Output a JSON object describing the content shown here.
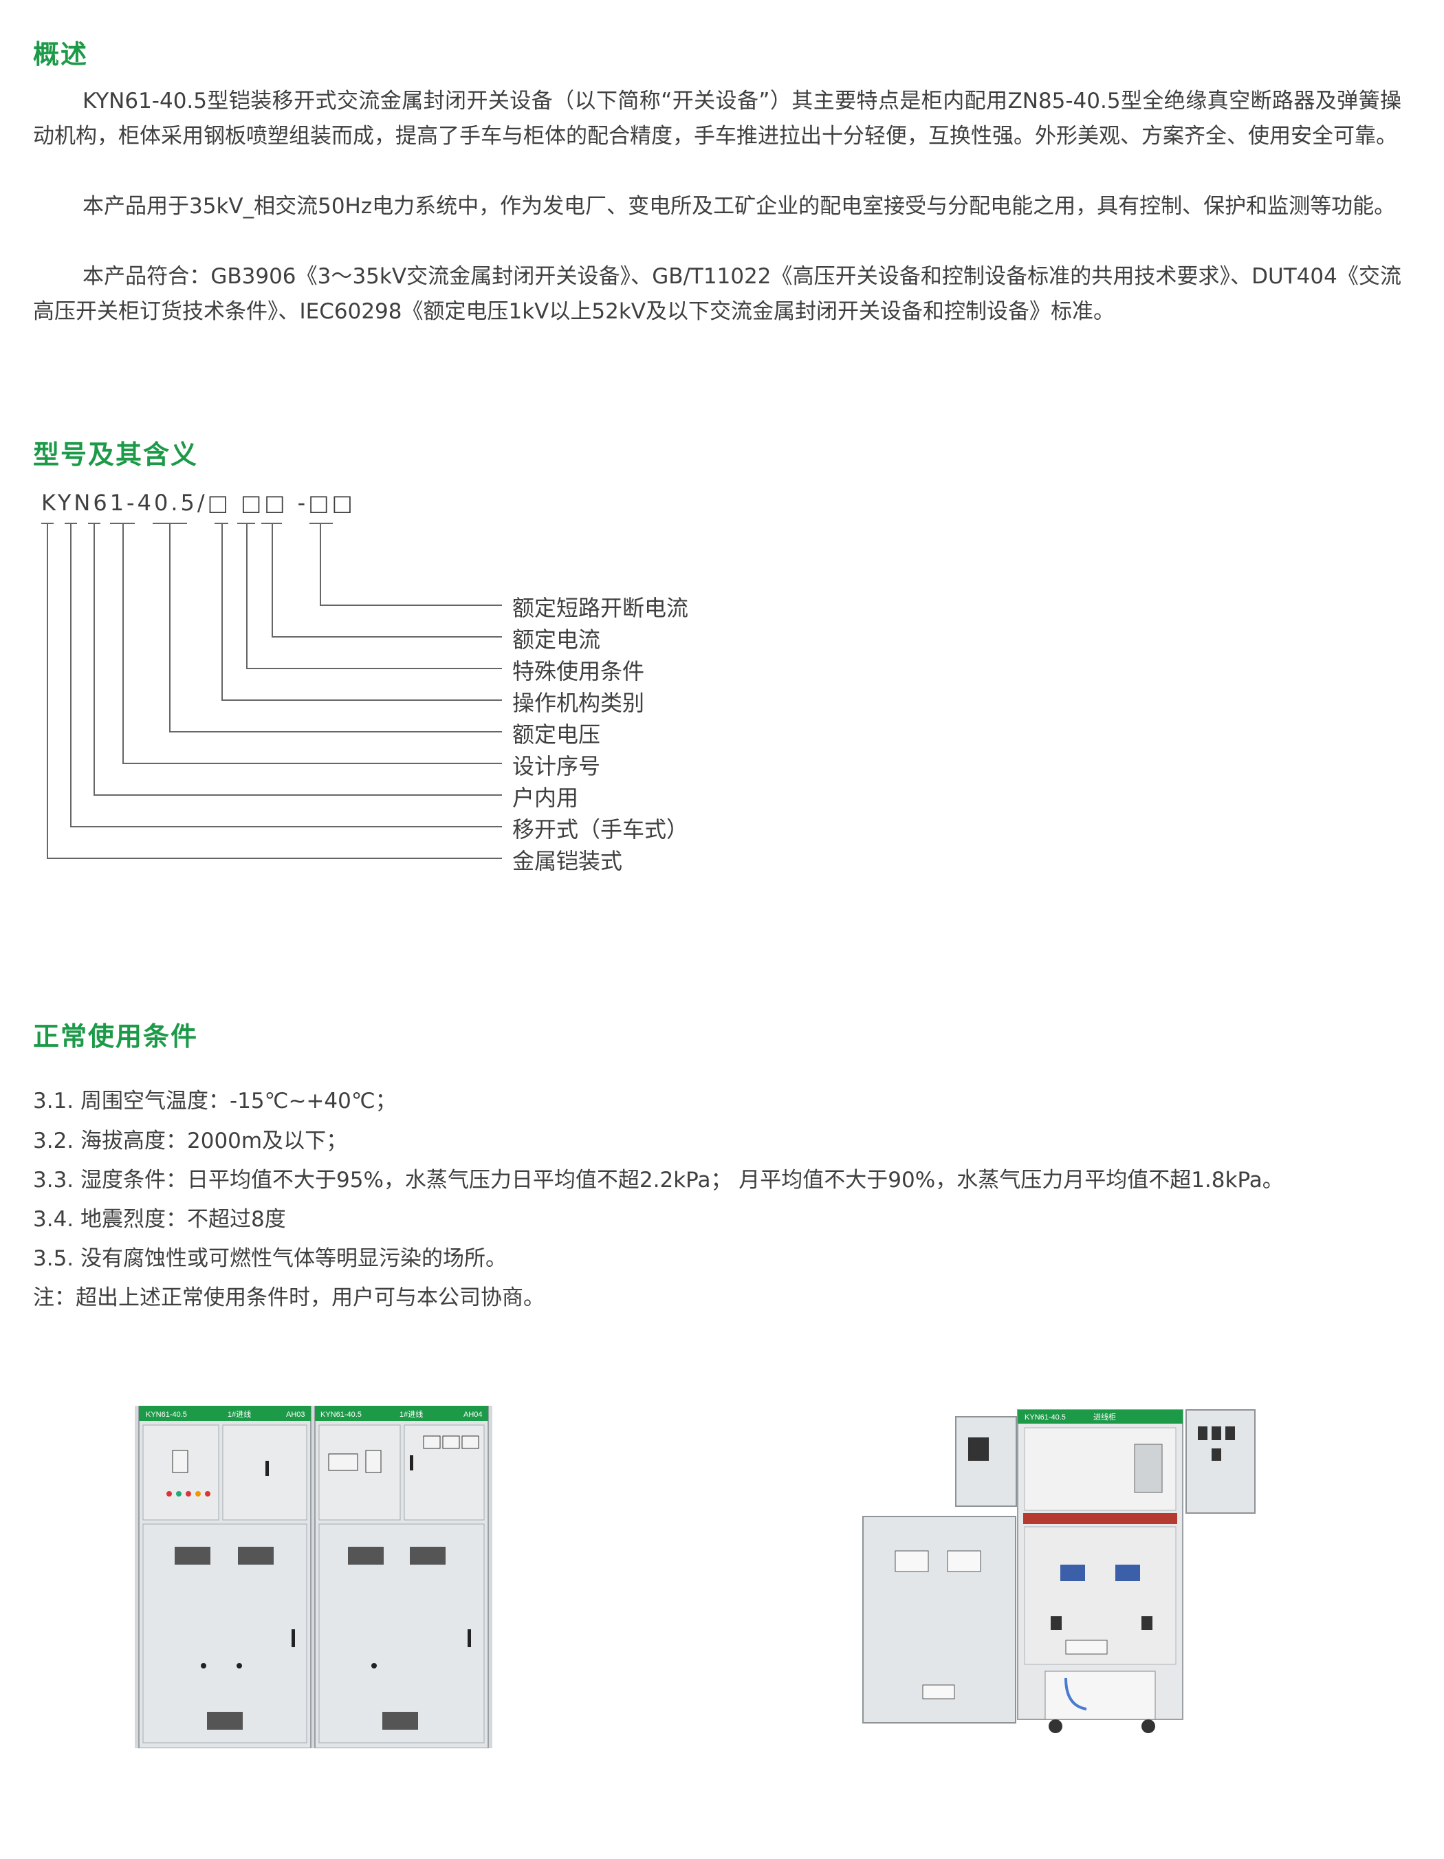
{
  "overview": {
    "heading": "概述",
    "p1": "KYN61-40.5型铠装移开式交流金属封闭开关设备（以下简称“开关设备”）其主要特点是柜内配用ZN85-40.5型全绝缘真空断路器及弹簧操动机构，柜体采用钢板喷塑组装而成，提高了手车与柜体的配合精度，手车推进拉出十分轻便，互换性强。外形美观、方案齐全、使用安全可靠。",
    "p2": "本产品用于35kV_相交流50Hz电力系统中，作为发电厂、变电所及工矿企业的配电室接受与分配电能之用，具有控制、保护和监测等功能。",
    "p3": "本产品符合：GB3906《3～35kV交流金属封闭开关设备》、GB/T11022《高压开关设备和控制设备标准的共用技术要求》、DUT404《交流高压开关柜订货技术条件》、IEC60298《额定电压1kV以上52kV及以下交流金属封闭开关设备和控制设备》标准。"
  },
  "model": {
    "heading": "型号及其含义",
    "code": "KYN61-40.5/□ □□ -□□",
    "labels": [
      "额定短路开断电流",
      "额定电流",
      "特殊使用条件",
      "操作机构类别",
      "额定电压",
      "设计序号",
      "户内用",
      "移开式（手车式）",
      "金属铠装式"
    ]
  },
  "conditions": {
    "heading": "正常使用条件",
    "items": [
      "3.1. 周围空气温度：-15℃~+40℃；",
      "3.2. 海拔高度：2000m及以下；",
      "3.3. 湿度条件：日平均值不大于95%，水蒸气压力日平均值不超2.2kPa；  月平均值不大于90%，水蒸气压力月平均值不超1.8kPa。",
      "3.4. 地震烈度：不超过8度",
      "3.5. 没有腐蚀性或可燃性气体等明显污染的场所。",
      "注：超出上述正常使用条件时，用户可与本公司协商。"
    ]
  },
  "photos": {
    "left": {
      "label_a": "KYN61-40.5",
      "label_b": "1#进线",
      "label_c": "AH03",
      "label_d": "KYN61-40.5",
      "label_e": "1#进线",
      "label_f": "AH04"
    },
    "right": {
      "label_a": "KYN61-40.5",
      "label_b": "进线柜"
    }
  }
}
